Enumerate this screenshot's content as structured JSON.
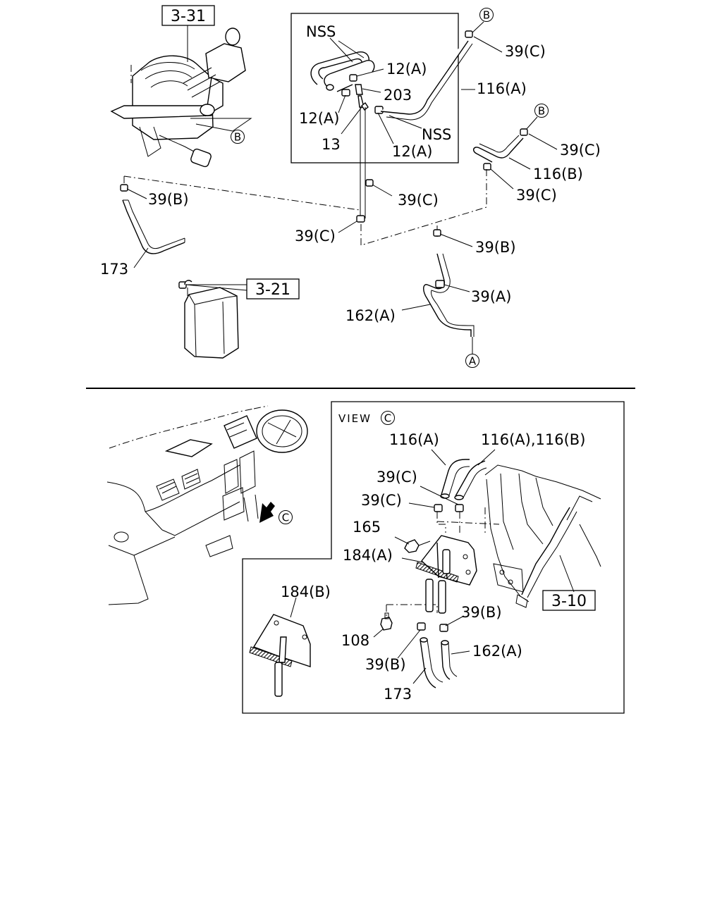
{
  "references": {
    "top_left": "3-31",
    "tank": "3-21",
    "bracket_panel": "3-10"
  },
  "circle_markers": {
    "b_top_left": "B",
    "b_inset": "B",
    "b_right": "B",
    "a_bottom": "A",
    "c_arrow": "C",
    "c_view": "C"
  },
  "inset_labels": {
    "nss_top": "NSS",
    "nss_bottom": "NSS",
    "clamp_12a_right": "12(A)",
    "clamp_12a_left": "12(A)",
    "clamp_12a_lower": "12(A)",
    "part_203": "203",
    "part_13": "13",
    "hose_116a": "116(A)"
  },
  "main_labels": {
    "clip_39c_top": "39(C)",
    "clip_39c_right": "39(C)",
    "hose_116b": "116(B)",
    "clip_39c_116b": "39(C)",
    "clip_39c_center": "39(C)",
    "clip_39c_left": "39(C)",
    "clip_39b_left": "39(B)",
    "clip_39b_right": "39(B)",
    "clip_39a": "39(A)",
    "hose_162a": "162(A)",
    "hose_173": "173"
  },
  "view": {
    "title_prefix": "VIEW",
    "hose_116a": "116(A)",
    "hose_116a_116b": "116(A),116(B)",
    "clip_39c_a": "39(C)",
    "clip_39c_b": "39(C)",
    "bolt_165": "165",
    "bracket_184a": "184(A)",
    "bracket_184b": "184(B)",
    "clip_39b_right": "39(B)",
    "bolt_108": "108",
    "clip_39b_left": "39(B)",
    "hose_162a": "162(A)",
    "hose_173": "173"
  }
}
